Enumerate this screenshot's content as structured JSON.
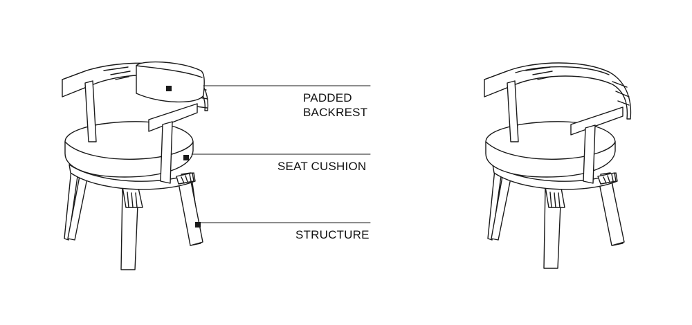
{
  "callouts": [
    {
      "id": "backrest",
      "lines": [
        "PADDED",
        "BACKREST"
      ]
    },
    {
      "id": "seat",
      "lines": [
        "SEAT CUSHION"
      ]
    },
    {
      "id": "structure",
      "lines": [
        "STRUCTURE"
      ]
    }
  ],
  "colors": {
    "line": "#1a1a1a",
    "background": "#ffffff"
  }
}
